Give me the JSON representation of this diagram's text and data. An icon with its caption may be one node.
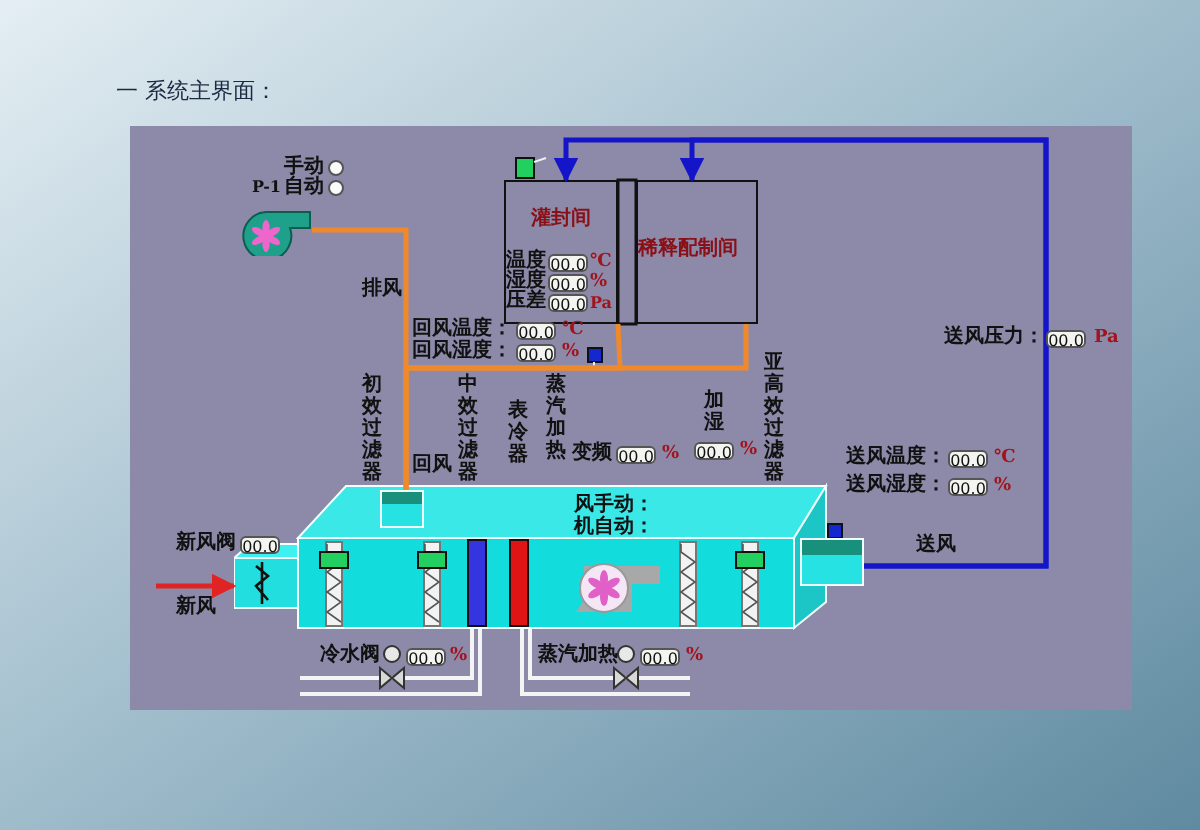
{
  "diagram": {
    "title": "一 系统主界面：",
    "nodes": [
      {
        "text": [],
        "shape": "picture"
      },
      {
        "text": [
          "灌封间"
        ]
      },
      {
        "text": [
          "稀释配制间"
        ]
      },
      {
        "text": [],
        "shape": "picture"
      },
      {
        "text": [],
        "shape": "box"
      },
      {
        "text": [],
        "shape": "box"
      }
    ],
    "edges": [
      {
        "from": 1,
        "to": 4,
        "arrow": "none",
        "color": "#f0892a"
      },
      {
        "from": 2,
        "to": 4,
        "arrow": "none",
        "color": "#f0892a"
      },
      {
        "from": 4,
        "to": 0,
        "arrow": "none",
        "color": "#f0892a"
      },
      {
        "from": 5,
        "to": 1,
        "arrow": "to",
        "color": "#1414c8"
      },
      {
        "from": 5,
        "to": 2,
        "arrow": "to",
        "color": "#1414c8"
      },
      {
        "from": null,
        "to": 3,
        "arrow": "to",
        "color": "#e02424"
      }
    ],
    "labels": [
      "手动",
      "P-1",
      "自动",
      "排风",
      "温度",
      "00.0",
      "℃",
      "湿度",
      "00.0",
      "%",
      "压差",
      "00.0",
      "Pa",
      "回风温度：",
      "00.0",
      "℃",
      "回风湿度：",
      "00.0",
      "%",
      "送风压力：",
      "00.0",
      "Pa",
      "初效过滤器",
      "中效过滤器",
      "回风",
      "表冷器",
      "蒸汽加热",
      "加湿",
      "亚高效过滤器",
      "变频",
      "00.0",
      "%",
      "00.0",
      "%",
      "风手动：",
      "机自动：",
      "送风温度：",
      "00.0",
      "℃",
      "送风湿度：",
      "00.0",
      "%",
      "新风阀",
      "00.0",
      "送风",
      "新风",
      "冷水阀",
      "00.0",
      "%",
      "蒸汽加热",
      "00.0",
      "%"
    ]
  }
}
